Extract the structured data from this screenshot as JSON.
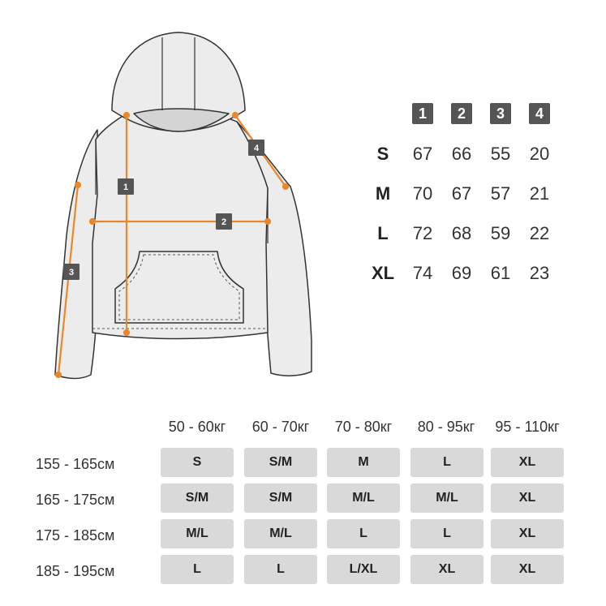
{
  "measure_columns": [
    "1",
    "2",
    "3",
    "4"
  ],
  "measure_rows": [
    {
      "size": "S",
      "values": [
        "67",
        "66",
        "55",
        "20"
      ]
    },
    {
      "size": "M",
      "values": [
        "70",
        "67",
        "57",
        "21"
      ]
    },
    {
      "size": "L",
      "values": [
        "72",
        "68",
        "59",
        "22"
      ]
    },
    {
      "size": "XL",
      "values": [
        "74",
        "69",
        "61",
        "23"
      ]
    }
  ],
  "diagram_markers": [
    "1",
    "2",
    "3",
    "4"
  ],
  "weights": [
    "50 - 60кг",
    "60 - 70кг",
    "70 - 80кг",
    "80 - 95кг",
    "95 - 110кг"
  ],
  "heights": [
    "155 - 165см",
    "165 - 175см",
    "175 - 185см",
    "185 - 195см"
  ],
  "grid": [
    [
      "S",
      "S/M",
      "M",
      "L",
      "XL"
    ],
    [
      "S/M",
      "S/M",
      "M/L",
      "M/L",
      "XL"
    ],
    [
      "M/L",
      "M/L",
      "L",
      "L",
      "XL"
    ],
    [
      "L",
      "L",
      "L/XL",
      "XL",
      "XL"
    ]
  ],
  "colors": {
    "accent": "#e8882a",
    "badge": "#555555",
    "cell": "#d9d9d9",
    "garment": "#ececec"
  }
}
